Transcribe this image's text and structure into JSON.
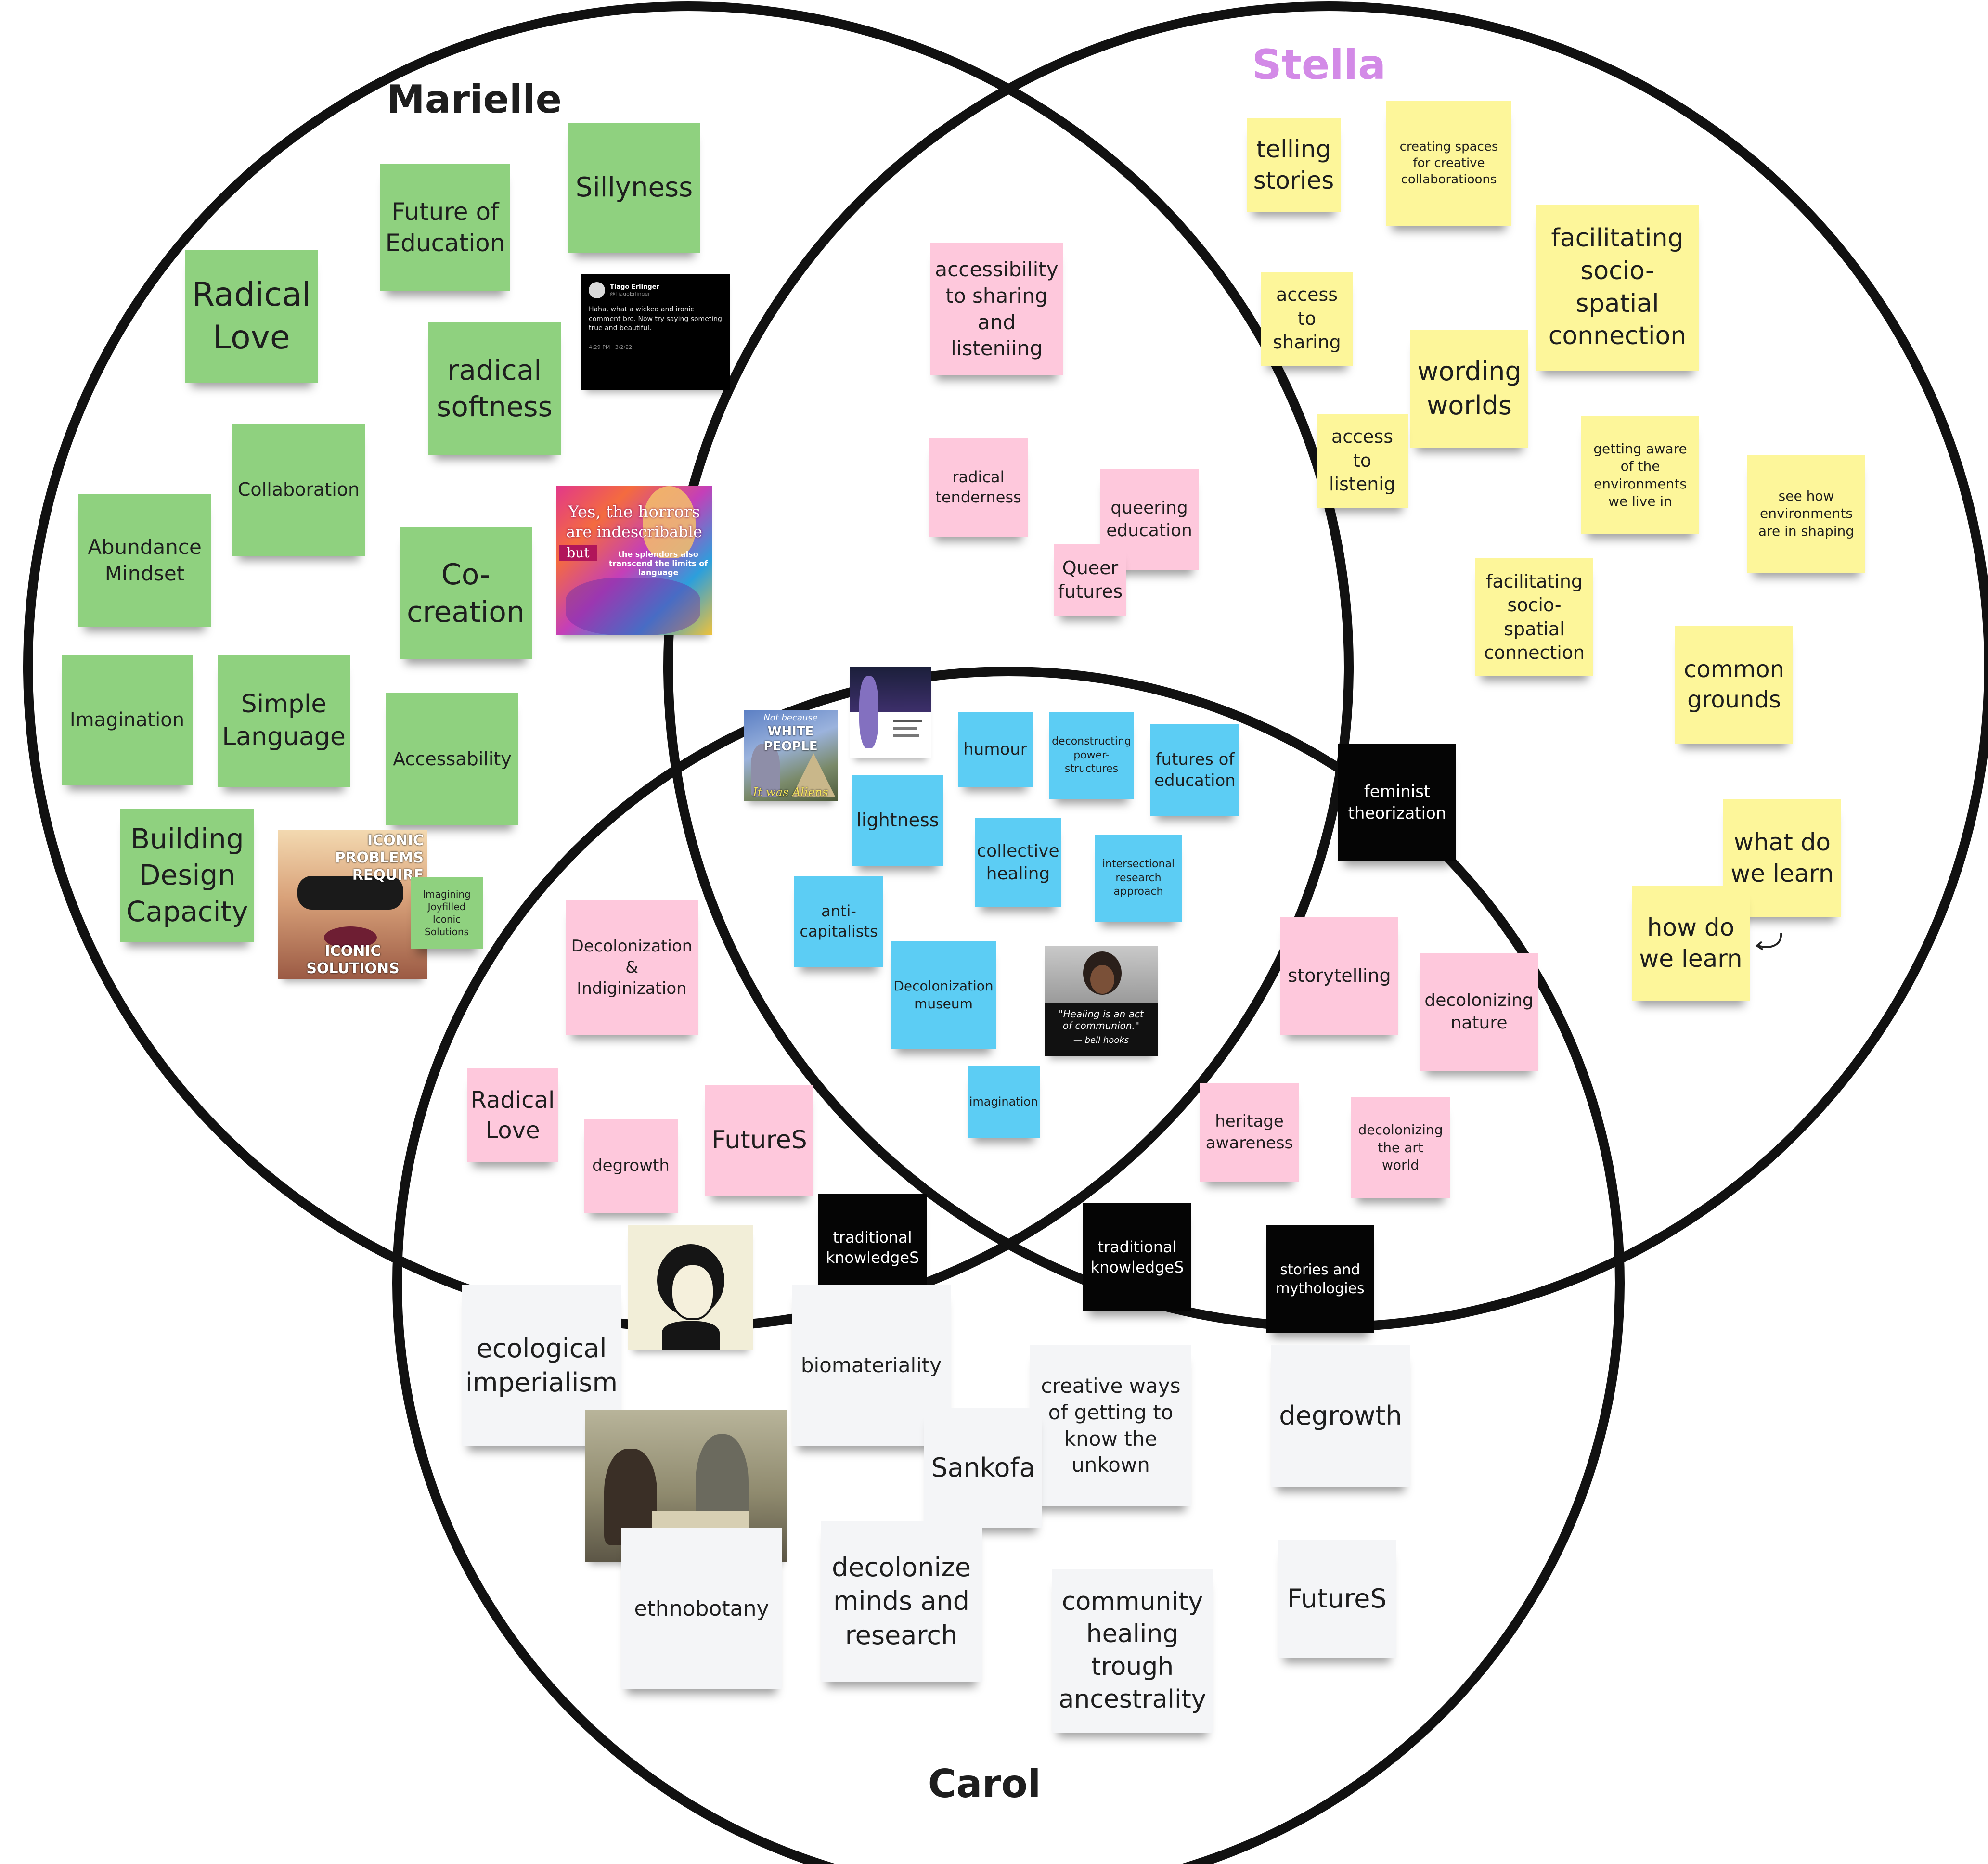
{
  "diagram": {
    "labels": {
      "marielle": "Marielle",
      "stella": "Stella",
      "carol": "Carol"
    },
    "colors": {
      "stella_label": "#d38ae7",
      "green": "#8fd17f",
      "yellow": "#fdf69a",
      "pink": "#fec8dc",
      "blue": "#5ccdf4",
      "black": "#050505",
      "gray": "#f4f5f7",
      "circle_stroke": "#111111"
    }
  },
  "stickies": {
    "radical_love": "Radical\nLove",
    "future_education": "Future of\nEducation",
    "sillyness": "Sillyness",
    "radical_softness": "radical\nsoftness",
    "collaboration": "Collaboration",
    "abundance": "Abundance\nMindset",
    "cocreation": "Co-\ncreation",
    "imagination_green": "Imagination",
    "simple_language": "Simple\nLanguage",
    "accessability": "Accessability",
    "building_design": "Building\nDesign\nCapacity",
    "imagining_joy": "Imagining\nJoyfilled\nIconic\nSolutions",
    "telling_stories": "telling\nstories",
    "creating_spaces": "creating spaces\nfor creative\ncollaboratioons",
    "facilitating_1": "facilitating\nsocio-\nspatial\nconnection",
    "access_sharing": "access\nto\nsharing",
    "wording_worlds": "wording\nworlds",
    "access_listenig": "access\nto\nlistenig",
    "getting_aware": "getting aware\nof the\nenvironments\nwe live in",
    "see_how": "see how\nenvironments\nare in shaping",
    "facilitating_2": "facilitating\nsocio-\nspatial\nconnection",
    "common_grounds": "common\ngrounds",
    "what_do": "what do\nwe learn",
    "how_do": "how do\nwe learn",
    "accessibility_sharing": "accessibility\nto sharing\nand\nlisteniing",
    "radical_tenderness": "radical\ntenderness",
    "queering_education": "queering\neducation",
    "queer_futures": "Queer\nfutures",
    "humour": "humour",
    "deconstructing": "deconstructing\npower-\nstructures",
    "futures_education": "futures of\neducation",
    "lightness": "lightness",
    "collective_healing": "collective\nhealing",
    "intersectional": "intersectional\nresearch\napproach",
    "anti_capitalists": "anti-\ncapitalists",
    "decolonization_museum": "Decolonization\nmuseum",
    "imagination_blue": "imagination",
    "feminist": "feminist\ntheorization",
    "storytelling": "storytelling",
    "decolonizing_nature": "decolonizing\nnature",
    "heritage": "heritage\nawareness",
    "decolonizing_art": "decolonizing\nthe art\nworld",
    "decolonization_indig": "Decolonization\n&\nIndiginization",
    "radical_love_pink": "Radical\nLove",
    "degrowth_pink": "degrowth",
    "futures_pink": "FutureS",
    "traditional_1": "traditional\nknowledgeS",
    "traditional_2": "traditional\nknowledgeS",
    "stories_mythologies": "stories and\nmythologies",
    "ecological": "ecological\nimperialism",
    "biomateriality": "biomateriality",
    "creative_ways": "creative ways\nof getting to\nknow the\nunkown",
    "degrowth_gray": "degrowth",
    "sankofa": "Sankofa",
    "ethnobotany": "ethnobotany",
    "decolonize_minds": "decolonize\nminds and\nresearch",
    "community_healing": "community\nhealing\ntrough\nancestrality",
    "futures_gray": "FutureS"
  },
  "images": {
    "tweet": {
      "name": "Tiago Erlinger",
      "handle": "@TiagoErlinger",
      "body": "Haha, what a wicked and ironic comment bro. Now try saying someting true and beautiful.",
      "time": "4:29 PM · 3/2/22"
    },
    "horrors": {
      "line1": "Yes, the horrors",
      "line2": "are indescribable",
      "line3": "but",
      "line4": "the splendors also transcend the limits of language"
    },
    "iconic": {
      "top": "ICONIC PROBLEMS\nREQUIRE",
      "bottom": "ICONIC SOLUTIONS"
    },
    "aliens": {
      "line1": "Not because",
      "line2": "WHITE PEOPLE",
      "line3": "It was Aliens"
    },
    "bell_hooks": {
      "quote": "\"Healing is an act\nof communion.\"",
      "author": "— bell hooks"
    }
  }
}
